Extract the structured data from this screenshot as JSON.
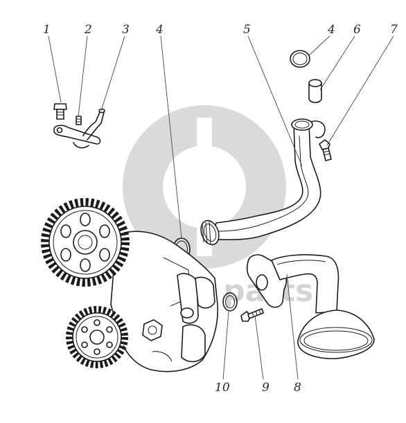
{
  "callouts": {
    "c1": "1",
    "c2": "2",
    "c3": "3",
    "c4a": "4",
    "c5": "5",
    "c4b": "4",
    "c6": "6",
    "c7": "7",
    "c10": "10",
    "c9": "9",
    "c8": "8"
  },
  "watermark": {
    "text": "ates parts"
  },
  "colors": {
    "line": "#1a1a1a",
    "watermark": "#d4d4d4"
  }
}
